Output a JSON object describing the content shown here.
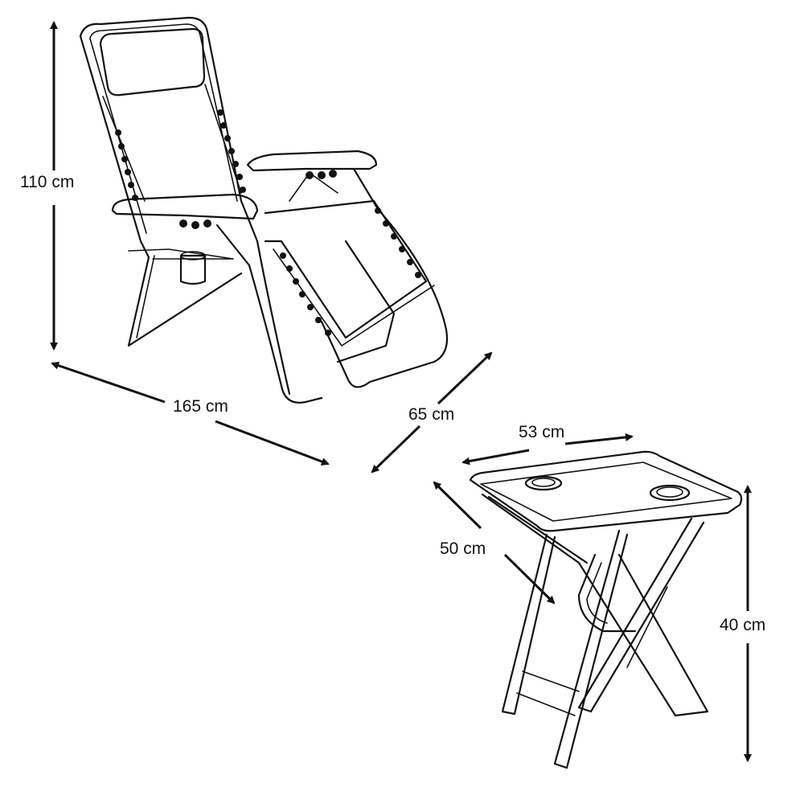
{
  "title": "Zero gravity chair and side table dimensions",
  "chair": {
    "height_label": "110 cm",
    "length_label": "165 cm",
    "width_label": "65 cm"
  },
  "table": {
    "width_label": "53 cm",
    "depth_label": "50 cm",
    "height_label": "40 cm"
  },
  "colors": {
    "line": "#111111",
    "background": "#ffffff"
  }
}
